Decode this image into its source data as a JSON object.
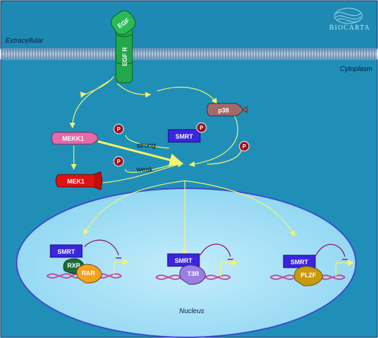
{
  "logo": {
    "text": "BIOCARTA"
  },
  "compartments": {
    "extracellular": "Extracellular",
    "cytoplasm": "Cytoplasm",
    "nucleus": "Nucleus"
  },
  "receptor": {
    "ligand": "EGF",
    "receptor": "EGF R"
  },
  "kinases": {
    "mekk1": "MEKK1",
    "mek1": "MEK1",
    "p38": "p38"
  },
  "smrt_label": "SMRT",
  "phospho_label": "P",
  "edge_labels": {
    "strong": "strong",
    "weak": "weak"
  },
  "nuclear_complexes": [
    {
      "corepressor": "SMRT",
      "partners": [
        "RXR",
        "RAR"
      ]
    },
    {
      "corepressor": "SMRT",
      "partners": [
        "T3R"
      ]
    },
    {
      "corepressor": "SMRT",
      "partners": [
        "PLZF"
      ]
    }
  ],
  "colors": {
    "cytoplasm": "#1f8fb8",
    "nucleus": "#a7e2f7",
    "membrane": "#86a9c9",
    "arrow": "#f4f46a",
    "smrt": "#3b25e0",
    "mekk1": "#e56aa8",
    "mek1": "#e01212",
    "p38": "#a46a6a",
    "egf_receptor": "#22a84a",
    "phospho": "#9b1020",
    "dna": "#c24a9c"
  }
}
